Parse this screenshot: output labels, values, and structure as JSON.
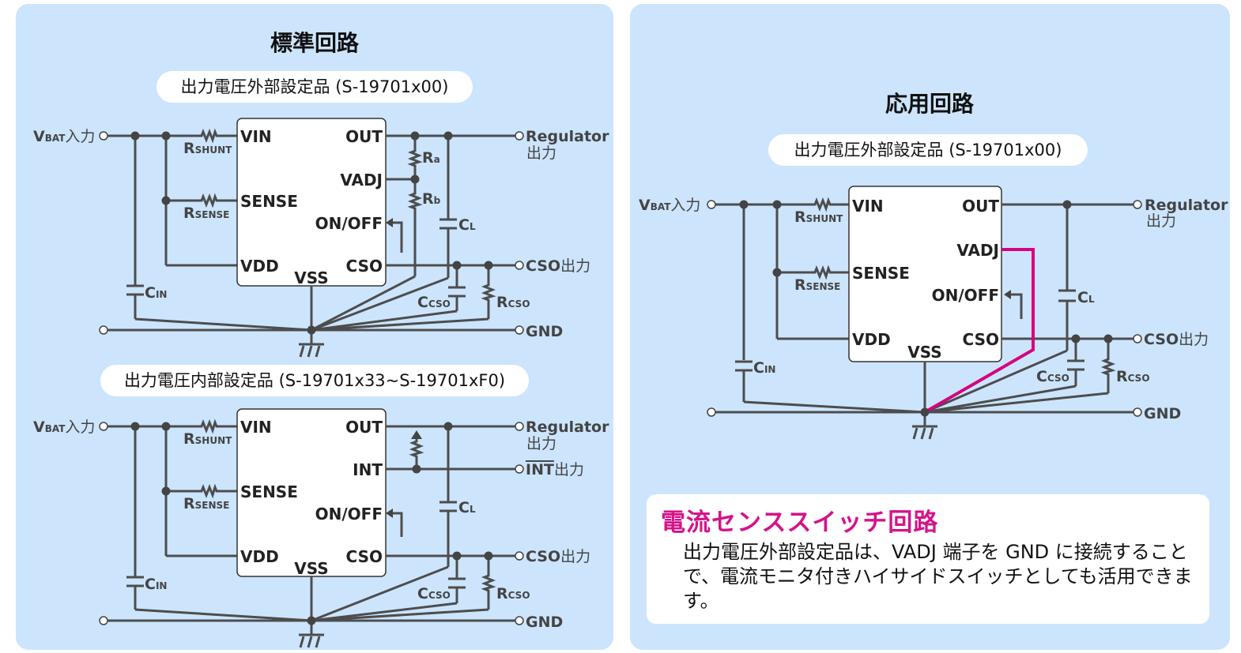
{
  "colors": {
    "panel_bg": "#cce5fd",
    "wire": "#4d4d4d",
    "highlight": "#d4047f",
    "note_title": "#d4148a"
  },
  "left": {
    "title": "標準回路",
    "circuit1": {
      "subtitle": "出力電圧外部設定品 (S-19701x00)",
      "pins_left": [
        "VIN",
        "SENSE",
        "VDD"
      ],
      "pins_right": [
        "OUT",
        "VADJ",
        "ON/OFF",
        "CSO"
      ],
      "pin_bottom": "VSS",
      "input_label_main": "V",
      "input_label_sub": "BAT",
      "input_label_cjk": "入力",
      "rshunt_main": "R",
      "rshunt_sub": "SHUNT",
      "rsense_main": "R",
      "rsense_sub": "SENSE",
      "cin_main": "C",
      "cin_sub": "IN",
      "ra_main": "R",
      "ra_sub": "a",
      "rb_main": "R",
      "rb_sub": "b",
      "cl_main": "C",
      "cl_sub": "L",
      "ccso_main": "C",
      "ccso_sub": "CSO",
      "rcso_main": "R",
      "rcso_sub": "CSO",
      "out_label_1": "Regulator",
      "out_label_2": "出力",
      "cso_out_label": "CSO",
      "cso_out_cjk": "出力",
      "gnd_label": "GND"
    },
    "circuit2": {
      "subtitle": "出力電圧内部設定品 (S-19701x33~S-19701xF0)",
      "pins_left": [
        "VIN",
        "SENSE",
        "VDD"
      ],
      "pins_right": [
        "OUT",
        "INT",
        "ON/OFF",
        "CSO"
      ],
      "pin_bottom": "VSS",
      "int_out_label": "INT",
      "int_out_cjk": "出力"
    }
  },
  "right": {
    "title": "応用回路",
    "subtitle": "出力電圧外部設定品 (S-19701x00)",
    "pins_left": [
      "VIN",
      "SENSE",
      "VDD"
    ],
    "pins_right": [
      "OUT",
      "VADJ",
      "ON/OFF",
      "CSO"
    ],
    "pin_bottom": "VSS",
    "note": {
      "title": "電流センススイッチ回路",
      "body": "出力電圧外部設定品は、VADJ 端子を GND に接続することで、電流モニタ付きハイサイドスイッチとしても活用できます。"
    }
  }
}
